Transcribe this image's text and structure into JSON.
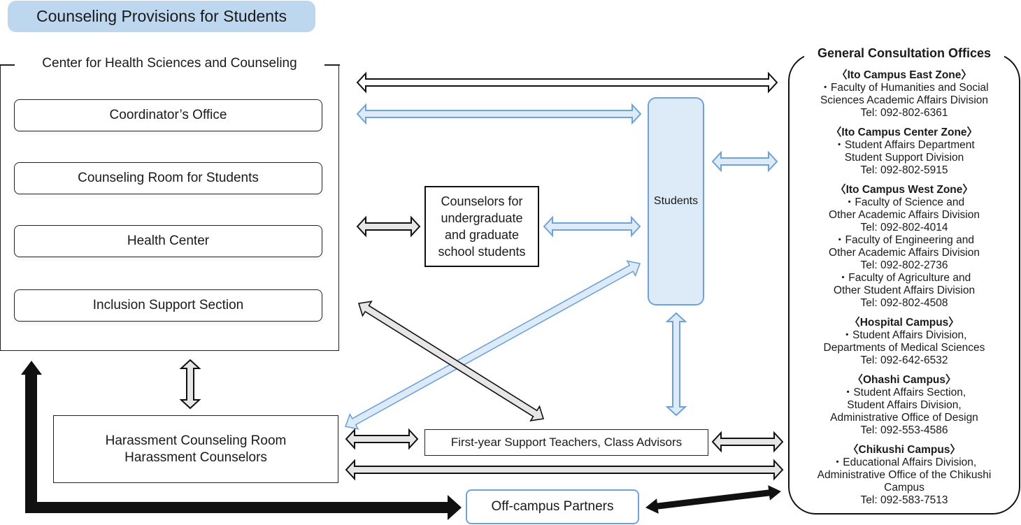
{
  "title": "Counseling Provisions for Students",
  "center": {
    "title": "Center for Health Sciences and Counseling",
    "units": [
      {
        "label": "Coordinator’s Office"
      },
      {
        "label": "Counseling Room for Students"
      },
      {
        "label": "Health Center"
      },
      {
        "label": "Inclusion Support Section"
      }
    ]
  },
  "counselors": {
    "lines": [
      "Counselors for",
      "undergraduate",
      "and graduate",
      "school students"
    ]
  },
  "students": {
    "label": "Students"
  },
  "harassment": {
    "lines": [
      "Harassment Counseling Room",
      "Harassment Counselors"
    ]
  },
  "first_year": {
    "label": "First-year Support Teachers, Class Advisors"
  },
  "off_campus": {
    "label": "Off-campus Partners"
  },
  "general_offices": {
    "title": "General Consultation Offices",
    "sections": [
      {
        "heading": "〈Ito Campus East Zone〉",
        "lines": [
          "・Faculty of Humanities and Social",
          "Sciences Academic Affairs Division",
          "Tel: 092-802-6361"
        ]
      },
      {
        "heading": "〈Ito Campus Center Zone〉",
        "lines": [
          "・Student Affairs Department",
          "Student Support Division",
          "Tel: 092-802-5915"
        ]
      },
      {
        "heading": "〈Ito Campus West Zone〉",
        "lines": [
          "・Faculty of Science and",
          "Other Academic Affairs Division",
          "Tel: 092-802-4014",
          "・Faculty of Engineering and",
          "Other Academic Affairs Division",
          "Tel: 092-802-2736",
          "・Faculty of Agriculture and",
          "Other Student Affairs Division",
          "Tel: 092-802-4508"
        ]
      },
      {
        "heading": "〈Hospital Campus〉",
        "lines": [
          "・Student Affairs Division,",
          "Departments of Medical Sciences",
          "Tel: 092-642-6532"
        ]
      },
      {
        "heading": "〈Ohashi Campus〉",
        "lines": [
          "・Student Affairs Section,",
          "Student Affairs Division,",
          "Administrative Office of Design",
          "Tel: 092-553-4586"
        ]
      },
      {
        "heading": "〈Chikushi Campus〉",
        "lines": [
          "・Educational Affairs Division,",
          "Administrative Office of the Chikushi",
          "Campus",
          "Tel: 092-583-7513"
        ]
      }
    ]
  },
  "colors": {
    "title_fill": "#bdd7ee",
    "student_fill": "#ddeaf7",
    "student_stroke": "#6fa3d8",
    "gray_arrow_fill": "#e6e6e6",
    "black": "#111111"
  }
}
